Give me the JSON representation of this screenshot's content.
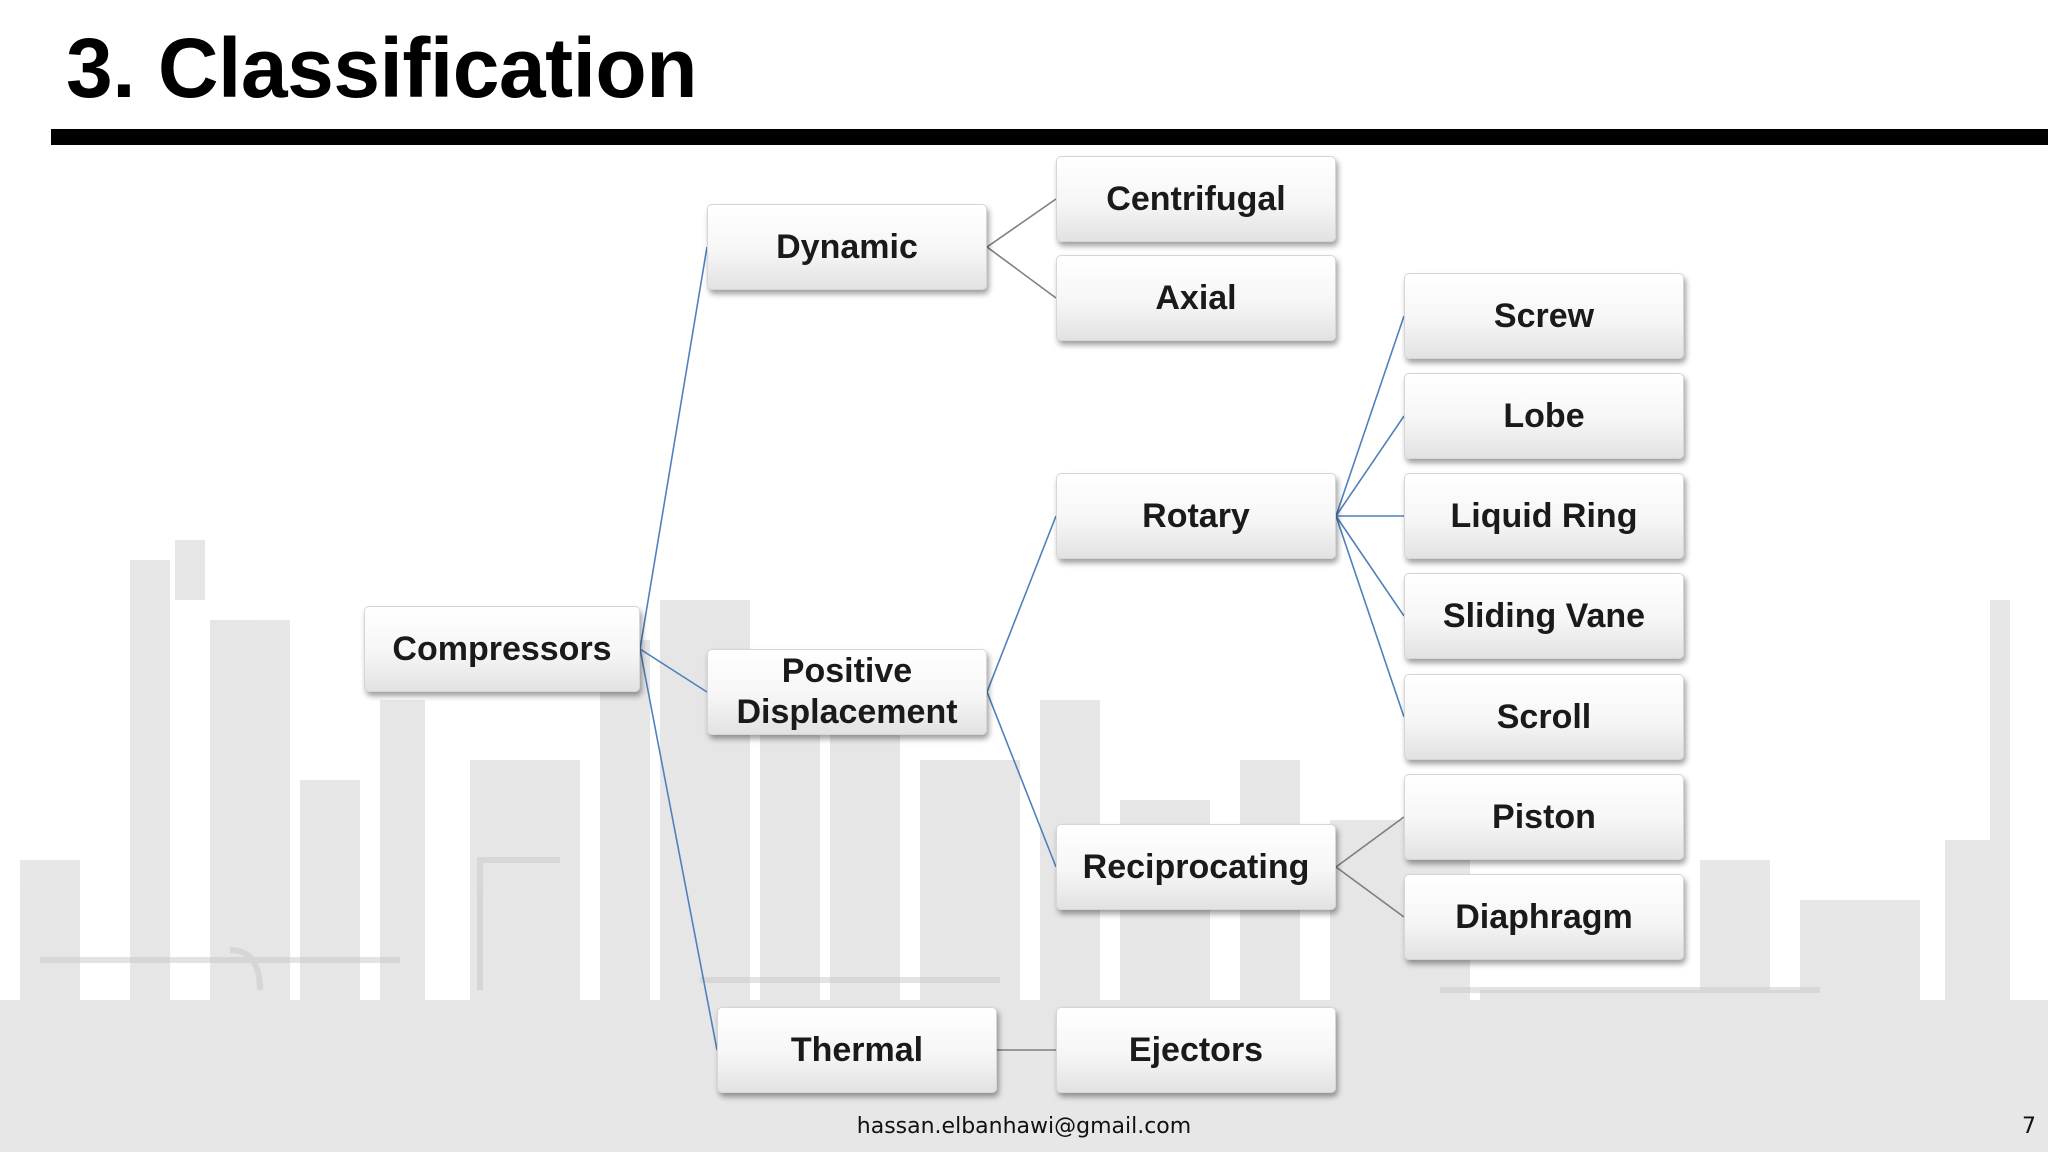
{
  "slide": {
    "title": "3. Classification",
    "footer_email": "hassan.elbanhawi@gmail.com",
    "page_number": "7"
  },
  "diagram": {
    "nodes": {
      "compressors": "Compressors",
      "dynamic": "Dynamic",
      "positive_displacement": "Positive Displacement",
      "thermal": "Thermal",
      "centrifugal": "Centrifugal",
      "axial": "Axial",
      "rotary": "Rotary",
      "reciprocating": "Reciprocating",
      "ejectors": "Ejectors",
      "screw": "Screw",
      "lobe": "Lobe",
      "liquid_ring": "Liquid Ring",
      "sliding_vane": "Sliding Vane",
      "scroll": "Scroll",
      "piston": "Piston",
      "diaphragm": "Diaphragm"
    },
    "edges": [
      [
        "compressors",
        "dynamic"
      ],
      [
        "compressors",
        "positive_displacement"
      ],
      [
        "compressors",
        "thermal"
      ],
      [
        "dynamic",
        "centrifugal"
      ],
      [
        "dynamic",
        "axial"
      ],
      [
        "positive_displacement",
        "rotary"
      ],
      [
        "positive_displacement",
        "reciprocating"
      ],
      [
        "thermal",
        "ejectors"
      ],
      [
        "rotary",
        "screw"
      ],
      [
        "rotary",
        "lobe"
      ],
      [
        "rotary",
        "liquid_ring"
      ],
      [
        "rotary",
        "sliding_vane"
      ],
      [
        "rotary",
        "scroll"
      ],
      [
        "reciprocating",
        "piston"
      ],
      [
        "reciprocating",
        "diaphragm"
      ]
    ]
  },
  "colors": {
    "title_rule": "#000000",
    "connector_blue": "#4f81bd",
    "connector_gray": "#7f7f7f",
    "background_skyline": "#cfcfcf"
  }
}
